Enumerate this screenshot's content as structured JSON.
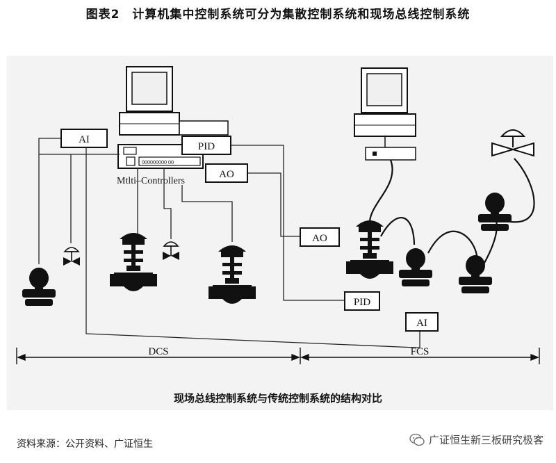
{
  "title": "图表2　计算机集中控制系统可分为集散控制系统和现场总线控制系统",
  "labels": {
    "ai_dcs": "AI",
    "pid_dcs": "PID",
    "ao_dcs": "AO",
    "controllers": "Mtlti–Controllers",
    "ao_fcs": "AO",
    "pid_fcs": "PID",
    "ai_fcs": "AI",
    "dcs": "DCS",
    "fcs": "FCS",
    "controller_display": "000000000 00"
  },
  "caption": "现场总线控制系统与传统控制系统的结构对比",
  "source": "资料来源：公开资料、广证恒生",
  "watermark": "广证恒生新三板研究极客"
}
